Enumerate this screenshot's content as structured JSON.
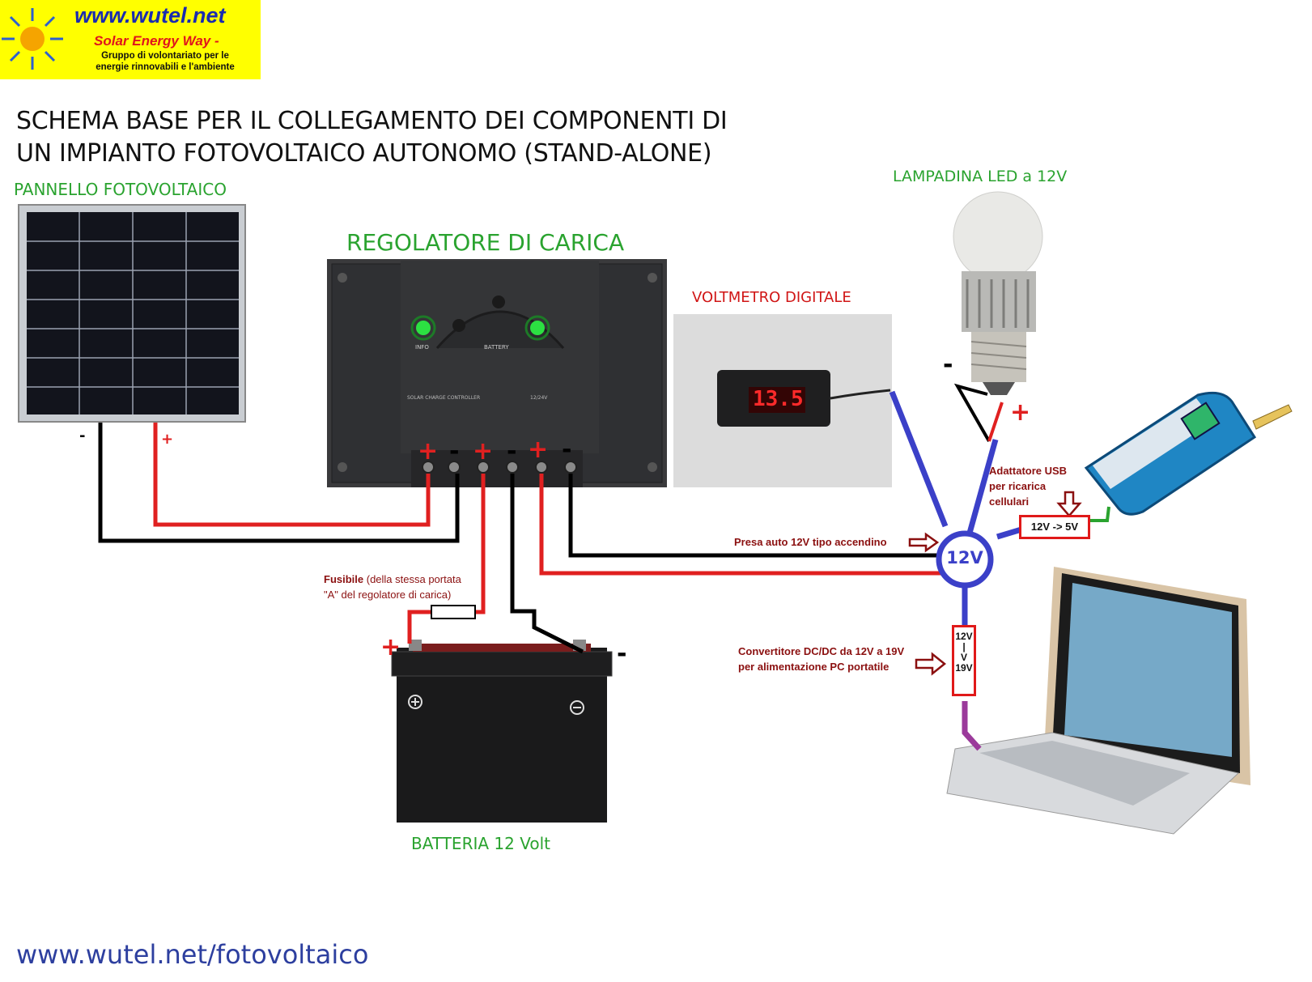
{
  "logo": {
    "site": "www.wutel.net",
    "slogan": "Solar Energy Way -",
    "subtitle_line1": "Gruppo di volontariato per le",
    "subtitle_line2": "energie rinnovabili e l'ambiente"
  },
  "title": {
    "line1": "SCHEMA BASE PER IL COLLEGAMENTO DEI COMPONENTI DI",
    "line2": "UN IMPIANTO FOTOVOLTAICO AUTONOMO (STAND-ALONE)"
  },
  "components": {
    "panel": "PANNELLO FOTOVOLTAICO",
    "regulator": "REGOLATORE DI CARICA",
    "voltmeter": "VOLTMETRO DIGITALE",
    "voltmeter_reading": "13.5",
    "lamp": "LAMPADINA LED a 12V",
    "battery": "BATTERIA 12 Volt",
    "regulator_panel_text": {
      "info": "INFO",
      "battery": "BATTERY",
      "model": "SOLAR CHARGE CONTROLLER",
      "voltage": "12/24V"
    }
  },
  "terminals": {
    "regulator_signs": [
      "+",
      "-",
      "+",
      "-",
      "+",
      "-"
    ],
    "panel_minus": "-",
    "panel_plus": "+",
    "battery_plus": "+",
    "battery_minus": "-",
    "lamp_minus": "-",
    "lamp_plus": "+"
  },
  "notes": {
    "fuse_bold": "Fusibile",
    "fuse_rest_line1": " (della stessa portata",
    "fuse_line2": "\"A\" del regolatore di carica)",
    "car_socket": "Presa auto 12V tipo accendino",
    "usb_line1": "Adattatore USB",
    "usb_line2": "per ricarica",
    "usb_line3": "cellulari",
    "converter_line1": "Convertitore DC/DC da 12V a 19V",
    "converter_line2": "per alimentazione PC portatile"
  },
  "boxes": {
    "usb": "12V -> 5V",
    "converter_top": "12V",
    "converter_mid": "|",
    "converter_small": "V",
    "converter_bottom": "19V",
    "socket": "12V"
  },
  "footer": "www.wutel.net/fotovoltaico",
  "colors": {
    "positive": "#e02020",
    "negative": "#000000",
    "bus": "#3b40c8",
    "usb_link": "#2aa32f",
    "laptop_link": "#9b3a9b",
    "label_green": "#2aa32f",
    "label_red": "#d01515",
    "note": "#8b1010"
  }
}
